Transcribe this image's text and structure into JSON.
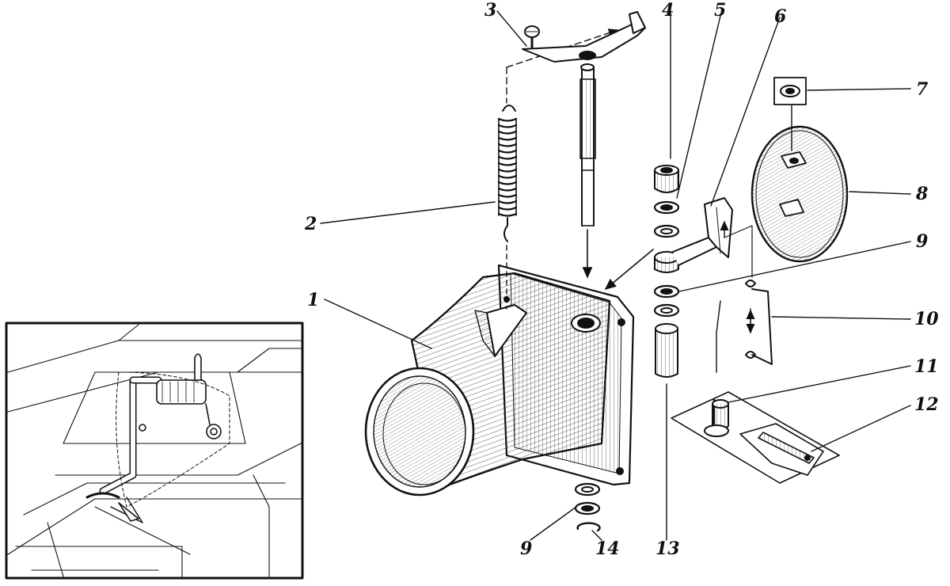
{
  "callouts": [
    {
      "id": "1",
      "label": "1"
    },
    {
      "id": "2",
      "label": "2"
    },
    {
      "id": "3",
      "label": "3"
    },
    {
      "id": "4",
      "label": "4"
    },
    {
      "id": "5",
      "label": "5"
    },
    {
      "id": "6",
      "label": "6"
    },
    {
      "id": "7",
      "label": "7"
    },
    {
      "id": "8",
      "label": "8"
    },
    {
      "id": "9a",
      "label": "9"
    },
    {
      "id": "9b",
      "label": "9"
    },
    {
      "id": "10",
      "label": "10"
    },
    {
      "id": "11",
      "label": "11"
    },
    {
      "id": "12",
      "label": "12"
    },
    {
      "id": "13",
      "label": "13"
    },
    {
      "id": "14",
      "label": "14"
    }
  ],
  "colors": {
    "line": "#111111",
    "paper": "#ffffff",
    "shade": "#555555"
  }
}
